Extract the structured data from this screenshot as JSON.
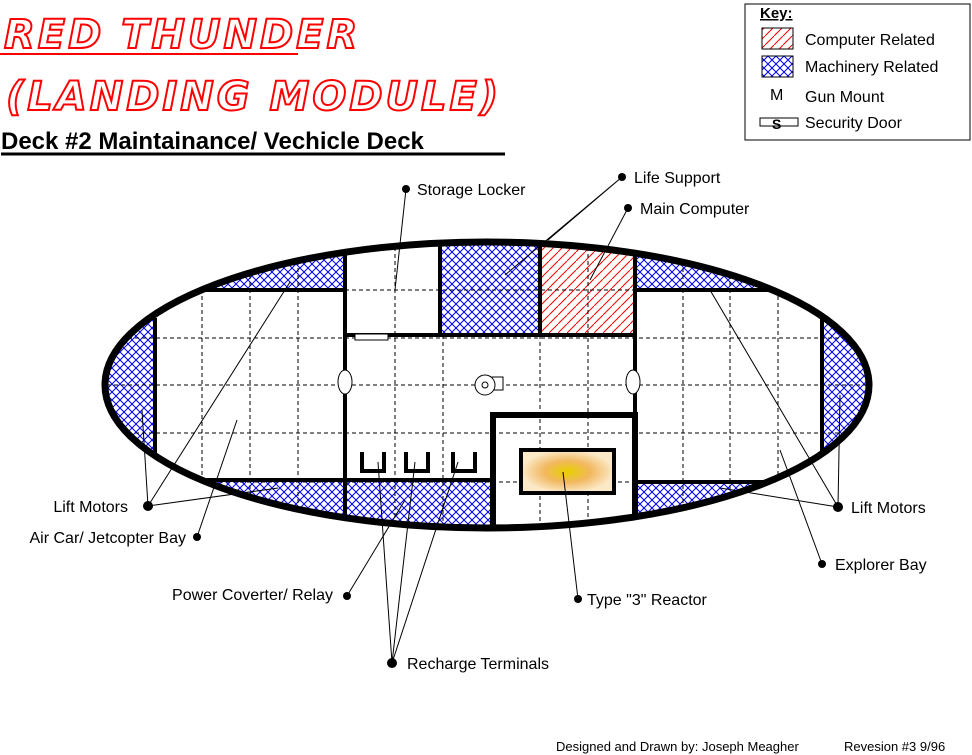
{
  "title": {
    "line1": "RED THUNDER",
    "line2": "(LANDING MODULE)",
    "subtitle": "Deck #2 Maintainance/ Vechicle Deck"
  },
  "key": {
    "heading": "Key:",
    "items": [
      {
        "label": "Computer Related",
        "symbol": "red-hatch"
      },
      {
        "label": "Machinery Related",
        "symbol": "blue-crosshatch"
      },
      {
        "label": "Gun Mount",
        "symbol": "M"
      },
      {
        "label": "Security Door",
        "symbol": "S"
      }
    ]
  },
  "labels": {
    "storage_locker": "Storage Locker",
    "life_support": "Life Support",
    "main_computer": "Main Computer",
    "lift_motors_left": "Lift Motors",
    "air_car_bay": "Air Car/ Jetcopter Bay",
    "power_converter": "Power Coverter/ Relay",
    "recharge_terminals": "Recharge Terminals",
    "reactor": "Type \"3\" Reactor",
    "lift_motors_right": "Lift Motors",
    "explorer_bay": "Explorer Bay"
  },
  "footer": {
    "credit": "Designed and Drawn by: Joseph Meagher",
    "revision": "Revesion #3  9/96"
  },
  "colors": {
    "computer": "#ff0000",
    "machinery": "#0000ff",
    "title": "#ff0000"
  }
}
